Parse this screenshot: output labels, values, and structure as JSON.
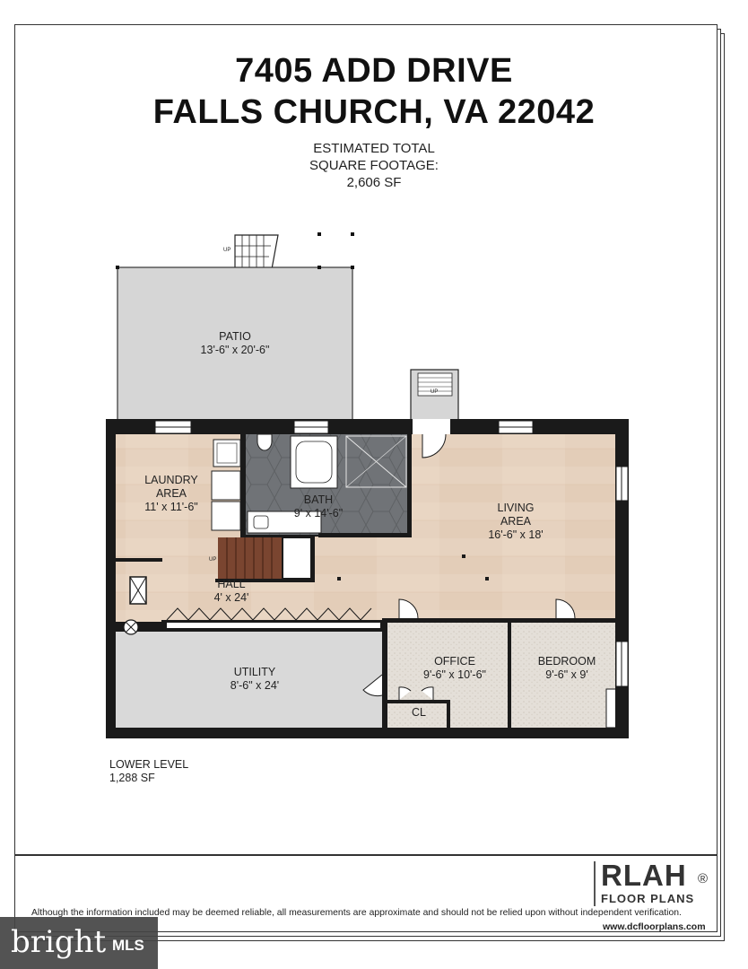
{
  "header": {
    "address_line1": "7405 ADD DRIVE",
    "address_line2": "FALLS CHURCH, VA 22042",
    "est_line1": "ESTIMATED TOTAL",
    "est_line2": "SQUARE FOOTAGE:",
    "est_line3": "2,606 SF"
  },
  "rooms": {
    "patio": {
      "name": "PATIO",
      "dims": "13'-6\" x 20'-6\""
    },
    "laundry": {
      "name1": "LAUNDRY",
      "name2": "AREA",
      "dims": "11' x 11'-6\""
    },
    "bath": {
      "name": "BATH",
      "dims": "9' x 14'-6\""
    },
    "living": {
      "name1": "LIVING",
      "name2": "AREA",
      "dims": "16'-6\" x 18'"
    },
    "hall": {
      "name": "HALL",
      "dims": "4' x 24'"
    },
    "utility": {
      "name": "UTILITY",
      "dims": "8'-6\" x 24'"
    },
    "office": {
      "name": "OFFICE",
      "dims": "9'-6\" x 10'-6\""
    },
    "bedroom": {
      "name": "BEDROOM",
      "dims": "9'-6\" x 9'"
    },
    "closet": {
      "name": "CL"
    }
  },
  "stair_labels": {
    "top_stair": "UP",
    "right_stair": "UP",
    "inner_stair": "UP"
  },
  "level": {
    "name": "LOWER LEVEL",
    "area": "1,288 SF"
  },
  "footer": {
    "disclaimer": "Although the information included may be deemed reliable, all measurements are approximate and should not be relied upon without independent verification.",
    "logo_main": "RLAH",
    "logo_reg": "®",
    "logo_sub": "FLOOR PLANS",
    "url": "www.dcfloorplans.com"
  },
  "watermark": {
    "brand": "bright",
    "suffix": "MLS"
  },
  "colors": {
    "wall": "#1a1a1a",
    "wood": "#e6d2bf",
    "tile": "#6f7275",
    "carpet": "#e2ddd6",
    "patio": "#d6d6d6",
    "utility": "#d9d9d9",
    "stair": "#7a4530"
  }
}
